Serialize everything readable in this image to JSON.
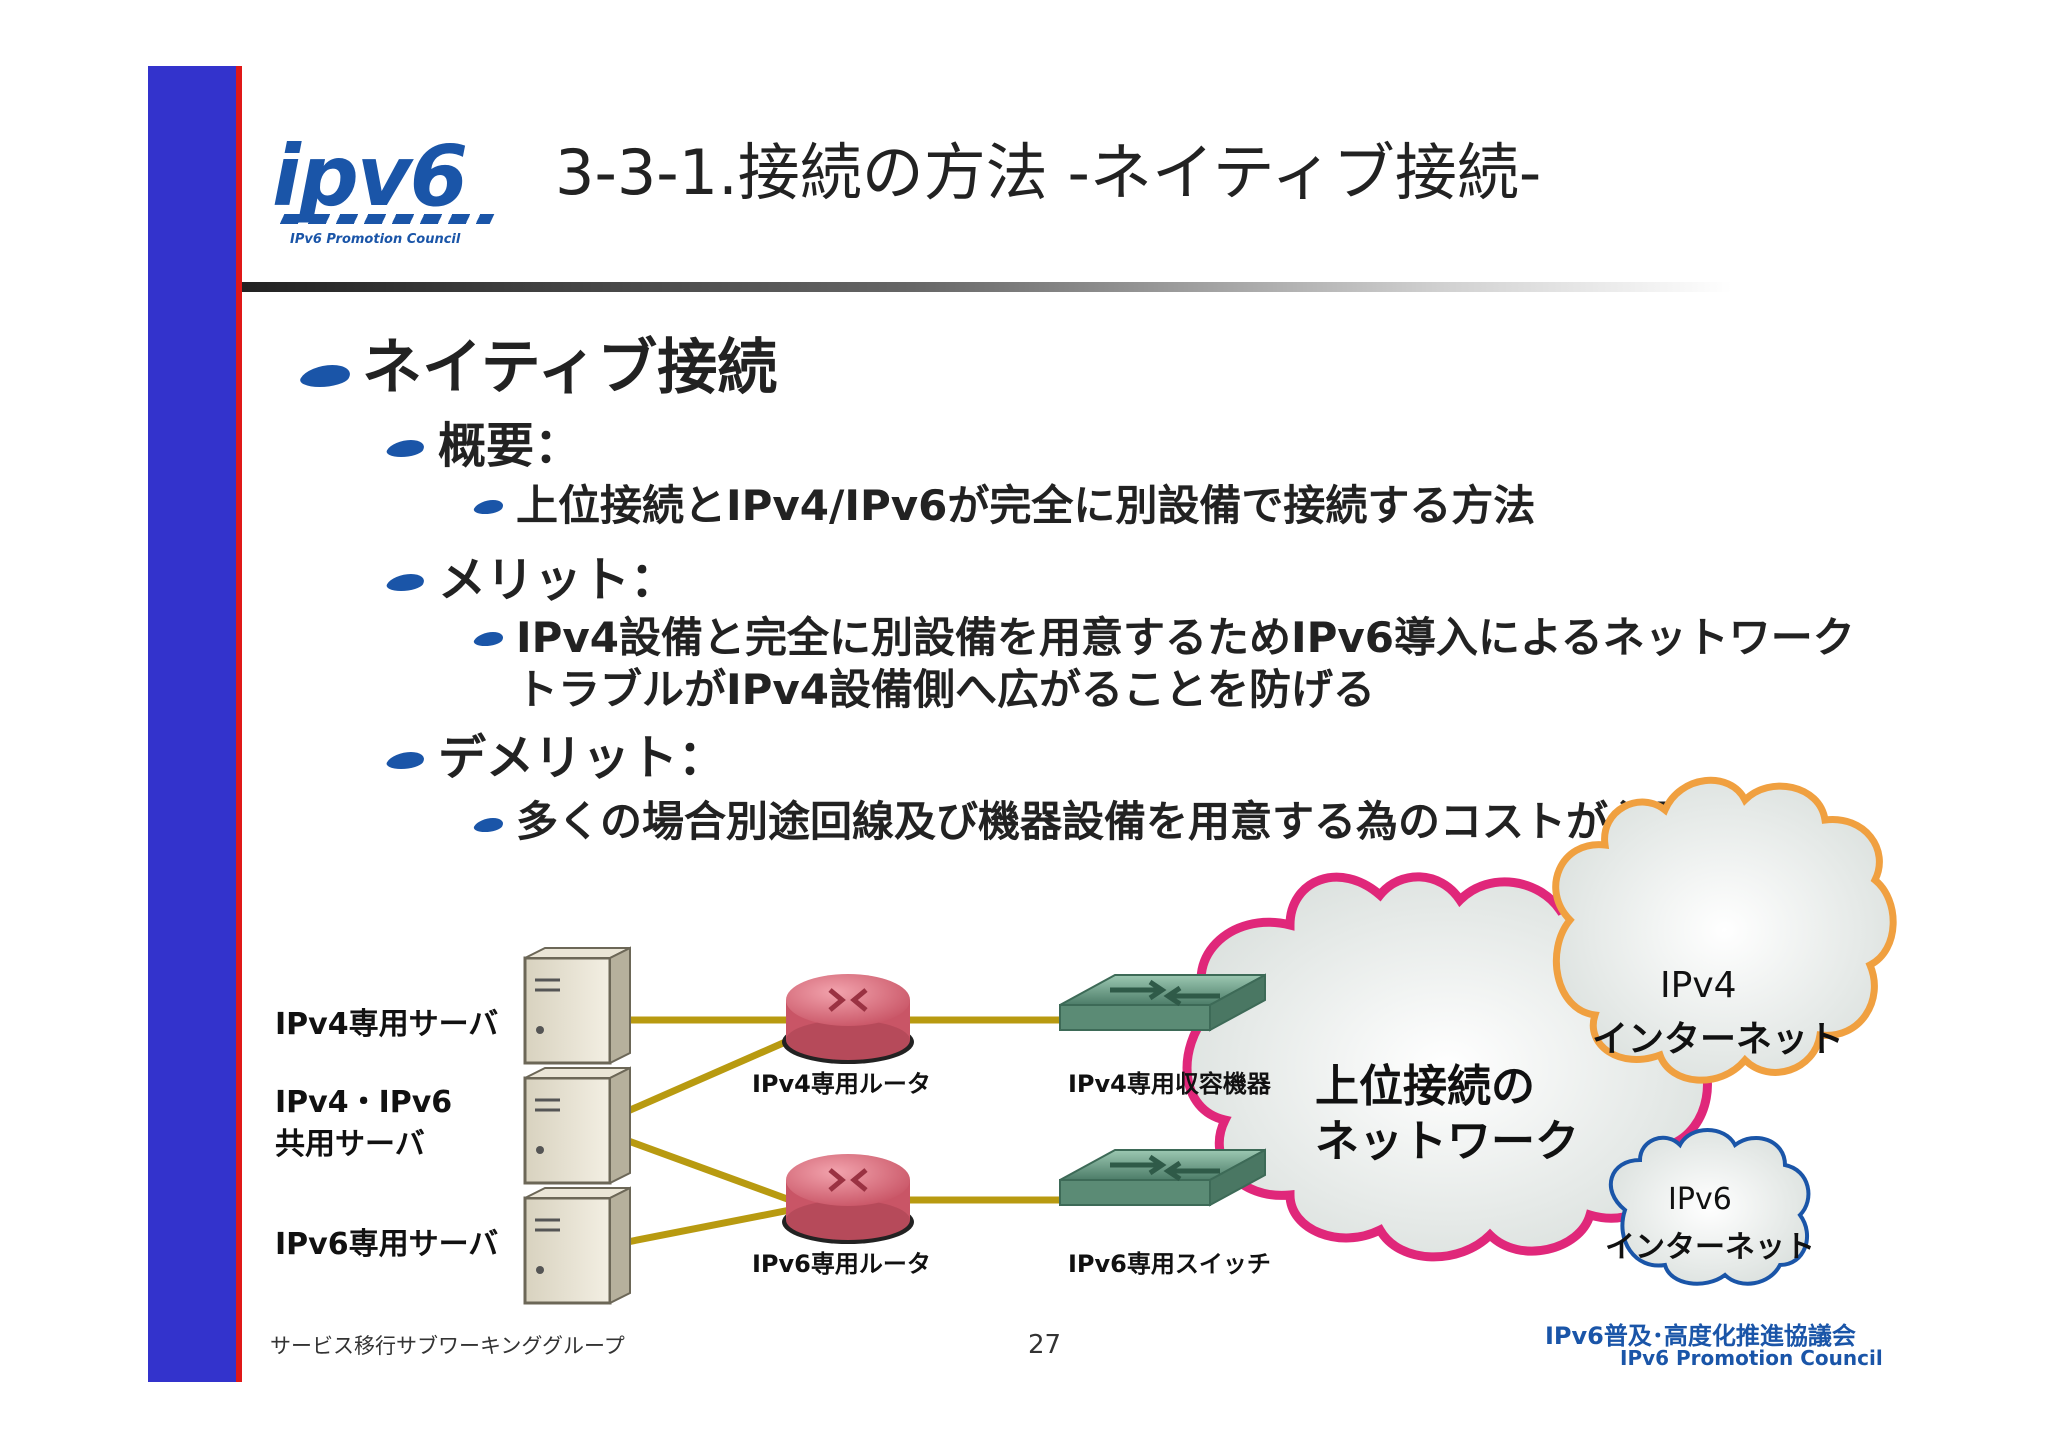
{
  "logo": {
    "text": "ipv6",
    "subtitle": "IPv6 Promotion Council"
  },
  "title": "3-3-1.接続の方法 -ネイティブ接続-",
  "main": {
    "heading": "ネイティブ接続",
    "sections": [
      {
        "label": "概要：",
        "items": [
          "上位接続とIPv4/IPv6が完全に別設備で接続する方法"
        ]
      },
      {
        "label": "メリット：",
        "items": [
          "IPv4設備と完全に別設備を用意するためIPv6導入によるネットワーク",
          "トラブルがIPv4設備側へ広がることを防げる"
        ]
      },
      {
        "label": "デメリット：",
        "items": [
          "多くの場合別途回線及び機器設備を用意する為のコストが必要"
        ]
      }
    ]
  },
  "diagram": {
    "server_v4": "IPv4専用サーバ",
    "server_shared_1": "IPv4・IPv6",
    "server_shared_2": "共用サーバ",
    "server_v6": "IPv6専用サーバ",
    "router_v4": "IPv4専用ルータ",
    "router_v6": "IPv6専用ルータ",
    "switch_v4": "IPv4専用収容機器",
    "switch_v6": "IPv6専用スイッチ",
    "upstream_1": "上位接続の",
    "upstream_2": "ネットワーク",
    "inet_v4_1": "IPv4",
    "inet_v4_2": "インターネット",
    "inet_v6_1": "IPv6",
    "inet_v6_2": "インターネット",
    "colors": {
      "link": "#b89a10",
      "router": "#d96b78",
      "switch": "#6b9c86",
      "upstream_cloud": "#e0277a",
      "inet_v4_cloud": "#f0a040",
      "inet_v6_cloud": "#1a55a8"
    }
  },
  "footer": {
    "left": "サービス移行サブワーキンググループ",
    "page": "27",
    "org_ja": "IPv6普及･高度化推進協議会",
    "org_en": "IPv6 Promotion Council"
  }
}
